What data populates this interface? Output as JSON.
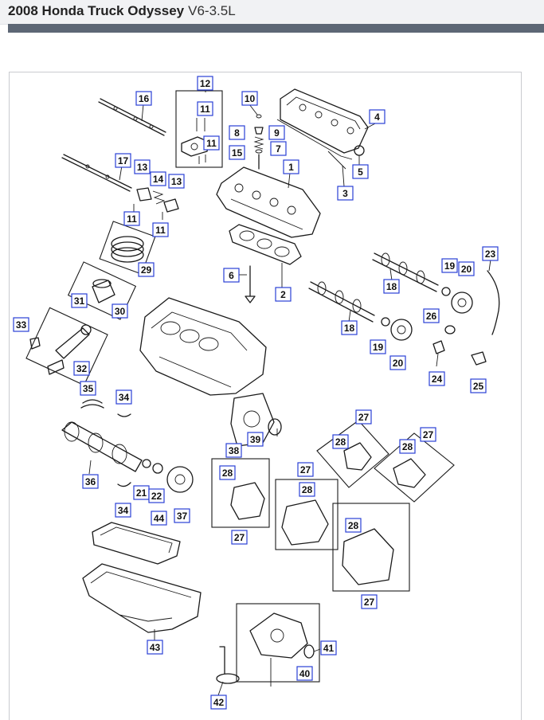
{
  "header": {
    "title": "2008 Honda Truck Odyssey",
    "engine": "V6-3.5L"
  },
  "callouts": [
    {
      "id": "c16",
      "text": "16"
    },
    {
      "id": "c12",
      "text": "12"
    },
    {
      "id": "c10",
      "text": "10"
    },
    {
      "id": "c11a",
      "text": "11"
    },
    {
      "id": "c11b",
      "text": "11"
    },
    {
      "id": "c8",
      "text": "8"
    },
    {
      "id": "c9",
      "text": "9"
    },
    {
      "id": "c7",
      "text": "7"
    },
    {
      "id": "c15",
      "text": "15"
    },
    {
      "id": "c4",
      "text": "4"
    },
    {
      "id": "c5",
      "text": "5"
    },
    {
      "id": "c3",
      "text": "3"
    },
    {
      "id": "c1",
      "text": "1"
    },
    {
      "id": "c17",
      "text": "17"
    },
    {
      "id": "c13a",
      "text": "13"
    },
    {
      "id": "c14",
      "text": "14"
    },
    {
      "id": "c13b",
      "text": "13"
    },
    {
      "id": "c11c",
      "text": "11"
    },
    {
      "id": "c11d",
      "text": "11"
    },
    {
      "id": "c29",
      "text": "29"
    },
    {
      "id": "c6",
      "text": "6"
    },
    {
      "id": "c2",
      "text": "2"
    },
    {
      "id": "c23",
      "text": "23"
    },
    {
      "id": "c19a",
      "text": "19"
    },
    {
      "id": "c20a",
      "text": "20"
    },
    {
      "id": "c18a",
      "text": "18"
    },
    {
      "id": "c31",
      "text": "31"
    },
    {
      "id": "c30",
      "text": "30"
    },
    {
      "id": "c33",
      "text": "33"
    },
    {
      "id": "c18b",
      "text": "18"
    },
    {
      "id": "c26",
      "text": "26"
    },
    {
      "id": "c19b",
      "text": "19"
    },
    {
      "id": "c32",
      "text": "32"
    },
    {
      "id": "c20b",
      "text": "20"
    },
    {
      "id": "c24",
      "text": "24"
    },
    {
      "id": "c25",
      "text": "25"
    },
    {
      "id": "c35",
      "text": "35"
    },
    {
      "id": "c34a",
      "text": "34"
    },
    {
      "id": "c27a",
      "text": "27"
    },
    {
      "id": "c27b",
      "text": "27"
    },
    {
      "id": "c39",
      "text": "39"
    },
    {
      "id": "c38",
      "text": "38"
    },
    {
      "id": "c28a",
      "text": "28"
    },
    {
      "id": "c28b",
      "text": "28"
    },
    {
      "id": "c27c",
      "text": "27"
    },
    {
      "id": "c28c",
      "text": "28"
    },
    {
      "id": "c28d",
      "text": "28"
    },
    {
      "id": "c36",
      "text": "36"
    },
    {
      "id": "c21",
      "text": "21"
    },
    {
      "id": "c22",
      "text": "22"
    },
    {
      "id": "c34b",
      "text": "34"
    },
    {
      "id": "c37",
      "text": "37"
    },
    {
      "id": "c27d",
      "text": "27"
    },
    {
      "id": "c44",
      "text": "44"
    },
    {
      "id": "c28e",
      "text": "28"
    },
    {
      "id": "c27e",
      "text": "27"
    },
    {
      "id": "c43",
      "text": "43"
    },
    {
      "id": "c41",
      "text": "41"
    },
    {
      "id": "c40",
      "text": "40"
    },
    {
      "id": "c42",
      "text": "42"
    }
  ]
}
